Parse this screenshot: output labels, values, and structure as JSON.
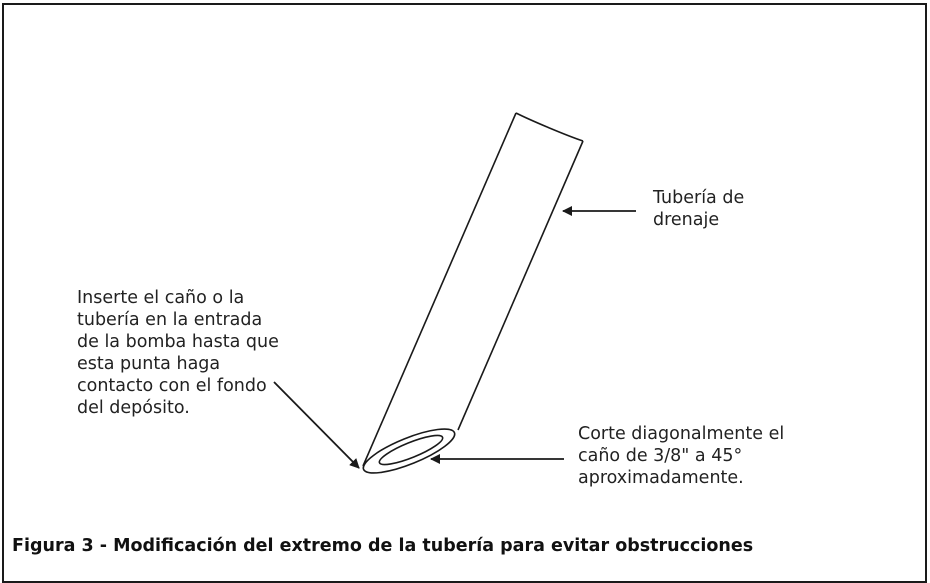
{
  "figure": {
    "caption": "Figura 3 - Modificación del extremo de la tubería para evitar obstrucciones",
    "line_color": "#1a1a1a"
  },
  "callouts": {
    "drain_pipe": "Tubería de\ndrenaje",
    "insert": "Inserte el caño o la\ntubería en la entrada\nde la bomba hasta que\nesta punta haga\ncontacto con el fondo\ndel depósito.",
    "cut": "Corte diagonalmente el\ncaño de 3/8\" a 45°\naproximadamente."
  }
}
